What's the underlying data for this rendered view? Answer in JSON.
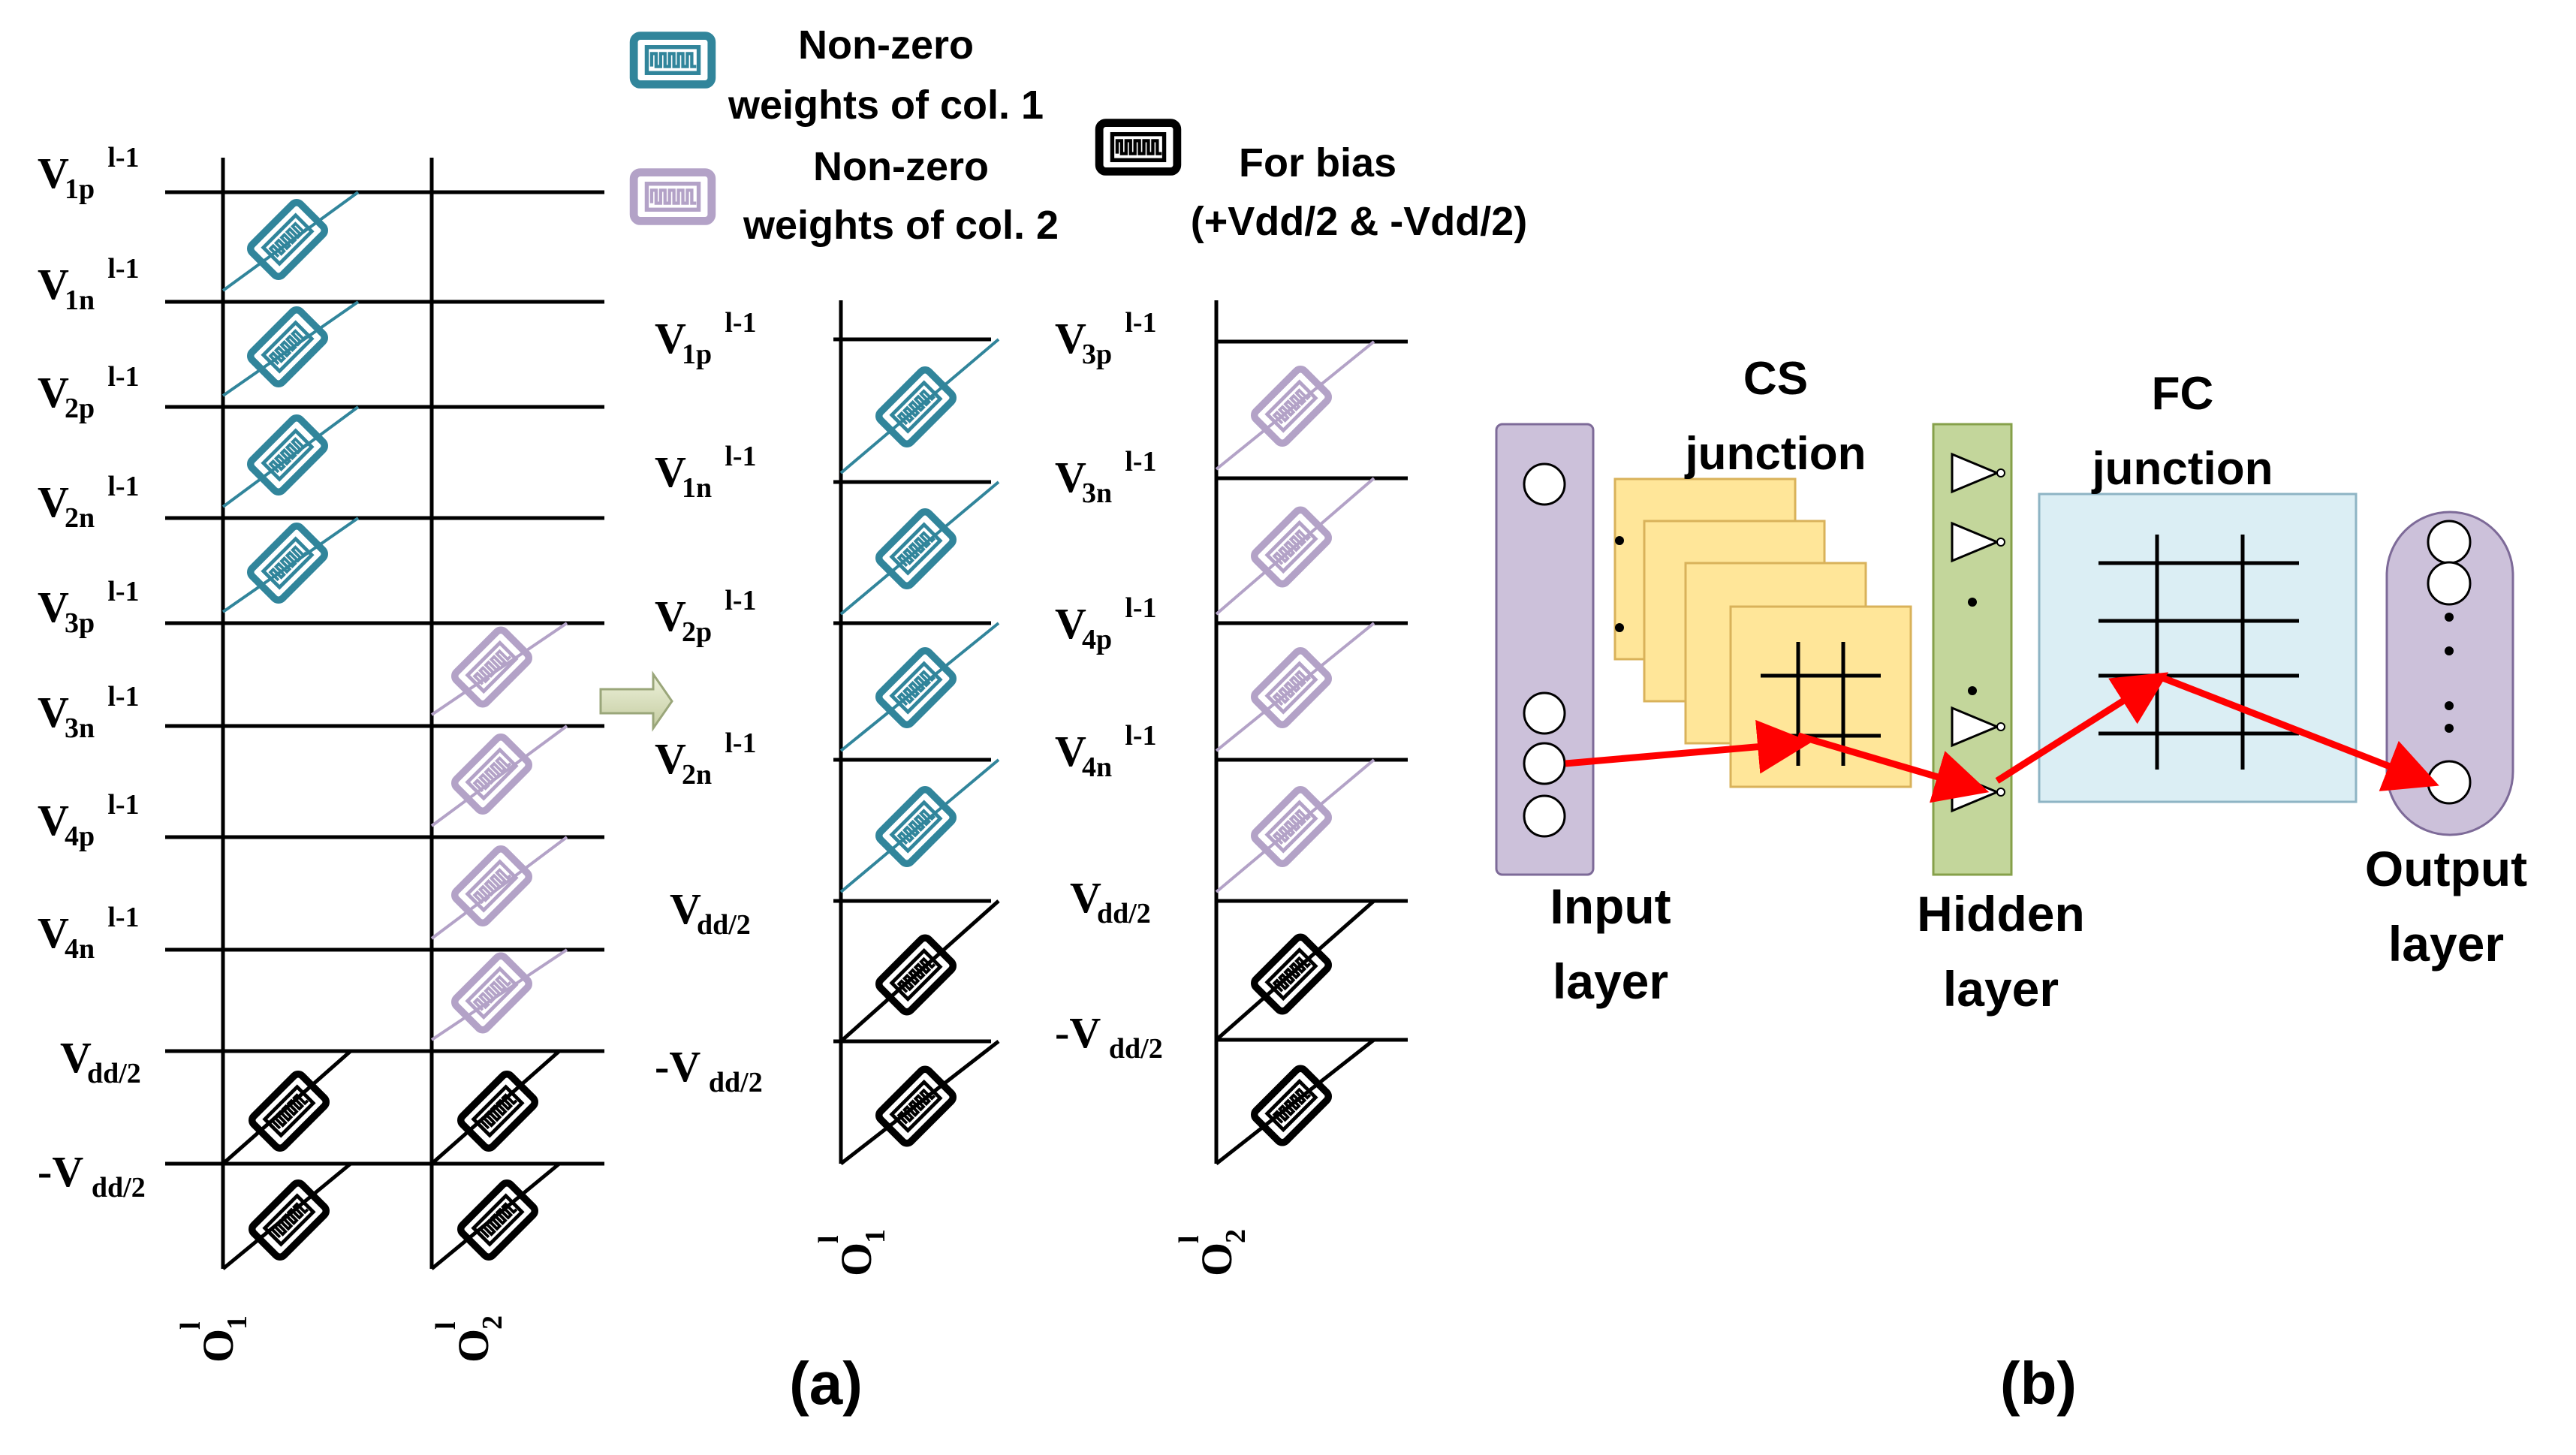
{
  "legend": {
    "col1": {
      "line1": "Non-zero",
      "line2": "weights of col. 1"
    },
    "col2": {
      "line1": "Non-zero",
      "line2": "weights of col. 2"
    },
    "bias": {
      "line1": "For bias",
      "line2": "(+Vdd/2 & -Vdd/2)"
    }
  },
  "colors": {
    "col1": "#31859b",
    "col2": "#b3a2c7",
    "bias": "#000000",
    "arrow": "#ff0000",
    "input_layer_fill": "#ccc1da",
    "hidden_layer_fill": "#c3d69b",
    "cs_fill": "#ffe699",
    "fc_fill": "#dbeef4",
    "output_layer_fill": "#ccc1da"
  },
  "crossbar_full": {
    "rows": [
      {
        "base": "V",
        "sub": "1p",
        "sup": "l-1"
      },
      {
        "base": "V",
        "sub": "1n",
        "sup": "l-1"
      },
      {
        "base": "V",
        "sub": "2p",
        "sup": "l-1"
      },
      {
        "base": "V",
        "sub": "2n",
        "sup": "l-1"
      },
      {
        "base": "V",
        "sub": "3p",
        "sup": "l-1"
      },
      {
        "base": "V",
        "sub": "3n",
        "sup": "l-1"
      },
      {
        "base": "V",
        "sub": "4p",
        "sup": "l-1"
      },
      {
        "base": "V",
        "sub": "4n",
        "sup": "l-1"
      },
      {
        "base": "V",
        "sub": "dd/2",
        "sup": ""
      },
      {
        "base": "-V",
        "sub": "dd/2",
        "sup": ""
      }
    ],
    "outputs": [
      {
        "base": "O",
        "sub": "1",
        "sup": "l"
      },
      {
        "base": "O",
        "sub": "2",
        "sup": "l"
      }
    ]
  },
  "crossbar_col1": {
    "rows": [
      {
        "base": "V",
        "sub": "1p",
        "sup": "l-1"
      },
      {
        "base": "V",
        "sub": "1n",
        "sup": "l-1"
      },
      {
        "base": "V",
        "sub": "2p",
        "sup": "l-1"
      },
      {
        "base": "V",
        "sub": "2n",
        "sup": "l-1"
      },
      {
        "base": "V",
        "sub": "dd/2",
        "sup": ""
      },
      {
        "base": "-V",
        "sub": "dd/2",
        "sup": ""
      }
    ],
    "output": {
      "base": "O",
      "sub": "1",
      "sup": "l"
    }
  },
  "crossbar_col2": {
    "rows": [
      {
        "base": "V",
        "sub": "3p",
        "sup": "l-1"
      },
      {
        "base": "V",
        "sub": "3n",
        "sup": "l-1"
      },
      {
        "base": "V",
        "sub": "4p",
        "sup": "l-1"
      },
      {
        "base": "V",
        "sub": "4n",
        "sup": "l-1"
      },
      {
        "base": "V",
        "sub": "dd/2",
        "sup": ""
      },
      {
        "base": "-V",
        "sub": "dd/2",
        "sup": ""
      }
    ],
    "output": {
      "base": "O",
      "sub": "2",
      "sup": "l"
    }
  },
  "network": {
    "cs_label_1": "CS",
    "cs_label_2": "junction",
    "fc_label_1": "FC",
    "fc_label_2": "junction",
    "input_label_1": "Input",
    "input_label_2": "layer",
    "hidden_label_1": "Hidden",
    "hidden_label_2": "layer",
    "output_label_1": "Output",
    "output_label_2": "layer"
  },
  "captions": {
    "a": "(a)",
    "b": "(b)"
  }
}
